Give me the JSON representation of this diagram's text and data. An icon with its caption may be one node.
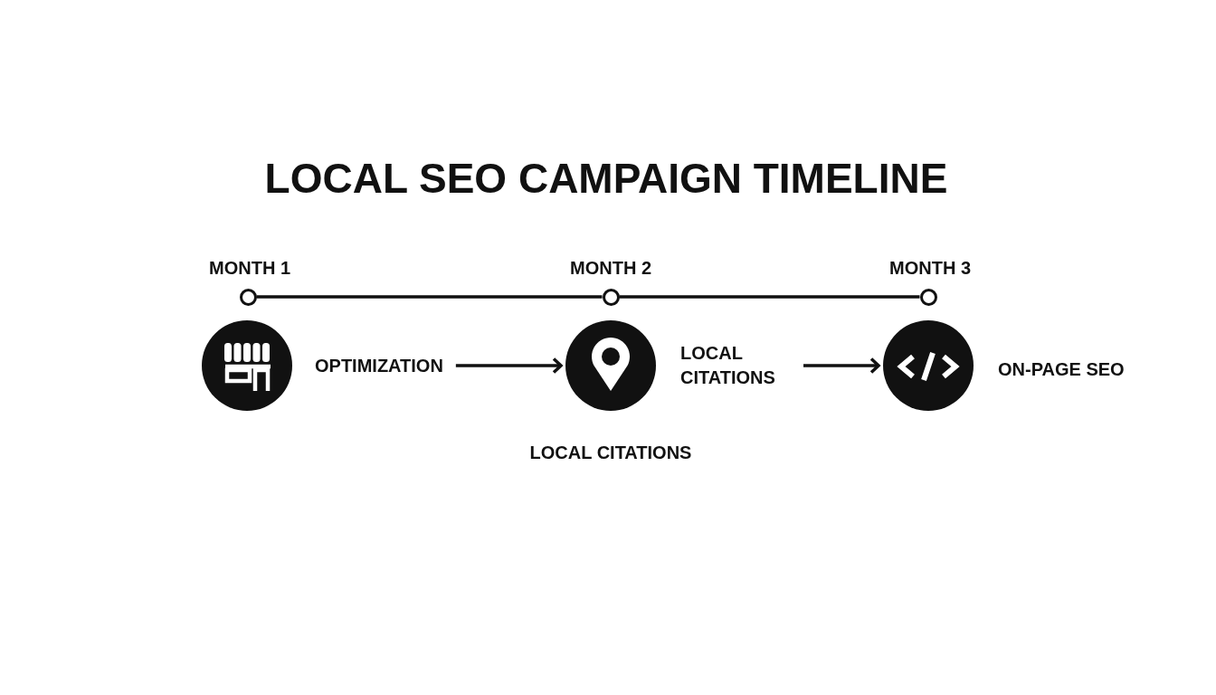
{
  "diagram": {
    "title": "LOCAL SEO CAMPAIGN TIMELINE",
    "nodes": [
      {
        "text": [],
        "shape": "circle",
        "beside": [
          "MONTH 1"
        ]
      },
      {
        "text": [],
        "shape": "circle",
        "beside": [
          "MONTH 2"
        ]
      },
      {
        "text": [],
        "shape": "circle",
        "beside": [
          "MONTH 3"
        ]
      },
      {
        "text": [],
        "shape": "circle"
      },
      {
        "text": [
          "OPTIMIZATION"
        ]
      },
      {
        "text": [],
        "shape": "circle",
        "beside": [
          "LOCAL CITATIONS"
        ]
      },
      {
        "text": [
          "LOCAL CITATIONS"
        ]
      },
      {
        "text": [],
        "shape": "circle"
      },
      {
        "text": [
          "ON-PAGE SEO"
        ]
      }
    ],
    "edges": [
      {
        "from": 0,
        "to": 1,
        "arrow": "none"
      },
      {
        "from": 1,
        "to": 2,
        "arrow": "none"
      },
      {
        "from": 4,
        "to": 5,
        "arrow": "to"
      },
      {
        "from": 6,
        "to": 7,
        "arrow": "to"
      }
    ]
  }
}
